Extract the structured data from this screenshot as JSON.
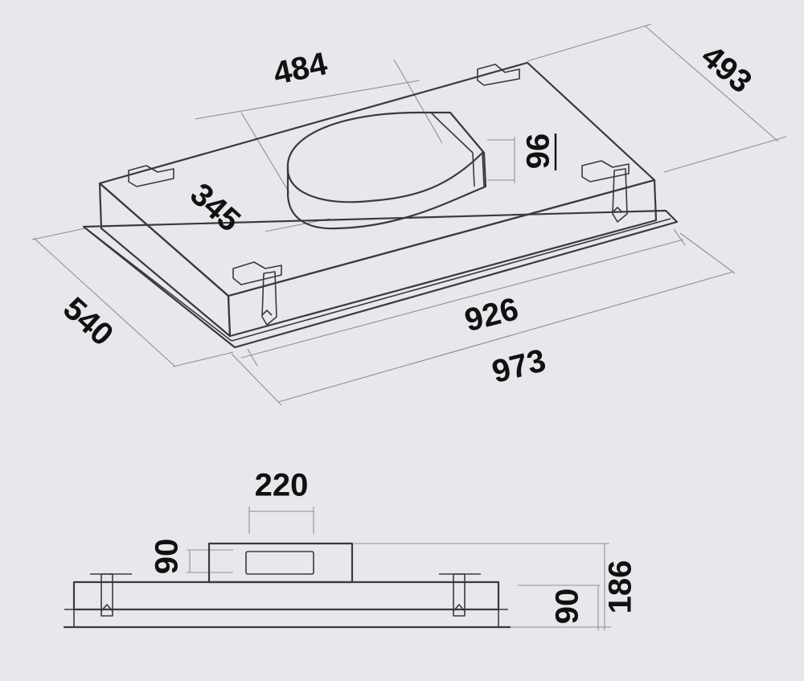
{
  "dimensions": {
    "top_width": "484",
    "depth": "493",
    "outlet_height": "96",
    "outlet_depth": "345",
    "panel_depth": "540",
    "body_length": "926",
    "panel_length": "973",
    "outlet_width": "220",
    "outlet_side_height": "90",
    "body_height": "90",
    "total_height": "186"
  },
  "colors": {
    "background": "#e6e8ec",
    "line": "#3a3a3a",
    "dimension_line": "#8e9094",
    "text": "#111111"
  }
}
